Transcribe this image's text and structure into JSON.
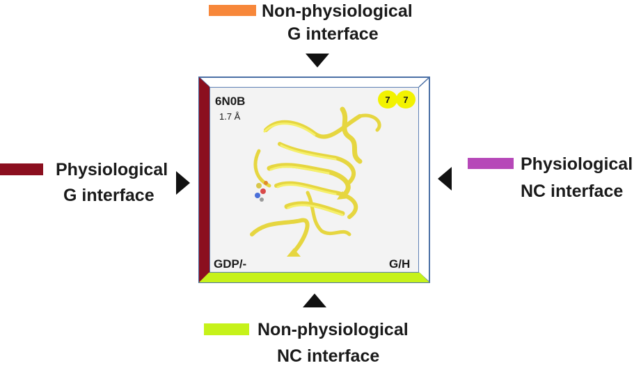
{
  "top": {
    "line1": "Non-physiological",
    "line2": "G interface",
    "color": "#f7873a"
  },
  "left": {
    "line1": "Physiological",
    "line2": "G interface",
    "color": "#8b0f1f"
  },
  "right": {
    "line1": "Physiological",
    "line2": "NC interface",
    "color": "#b648b8"
  },
  "bottom": {
    "line1": "Non-physiological",
    "line2": "NC interface",
    "color": "#c6f21a"
  },
  "structure": {
    "pdb_id": "6N0B",
    "resolution": "1.7 Å",
    "corner_bottom_left": "GDP/-",
    "corner_bottom_right": "G/H",
    "badge_1": "7",
    "badge_2": "7",
    "ribbon_color": "#f5f06a",
    "frame_color": "#4a6fa5"
  }
}
